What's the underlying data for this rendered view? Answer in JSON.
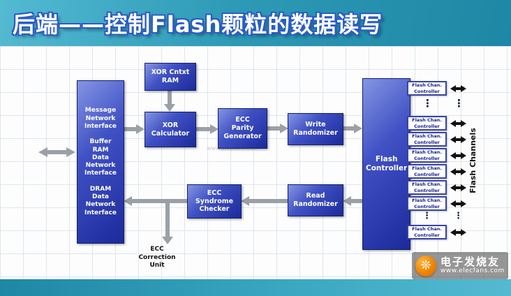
{
  "banner": {
    "title": "后端——控制Flash颗粒的数据读写"
  },
  "blocks": {
    "network_interface": {
      "label": "Message\nNetwork\nInterface\n\nBuffer\nRAM\nData\nNetwork\nInterface\n\nDRAM\nData\nNetwork\nInterface"
    },
    "xor_cntxt_ram": {
      "label": "XOR Cntxt\nRAM"
    },
    "xor_calculator": {
      "label": "XOR\nCalculator"
    },
    "ecc_parity_generator": {
      "label": "ECC\nParity\nGenerator"
    },
    "write_randomizer": {
      "label": "Write\nRandomizer"
    },
    "flash_controller": {
      "label": "Flash\nController"
    },
    "read_randomizer": {
      "label": "Read\nRandomizer"
    },
    "ecc_syndrome_checker": {
      "label": "ECC\nSyndrome\nChecker"
    },
    "ecc_correction_unit": {
      "label": "ECC\nCorrection\nUnit"
    },
    "flash_chan_controller": {
      "label": "Flash Chan.\nController"
    }
  },
  "labels": {
    "flash_channels": "Flash Channels",
    "vertical_ellipsis": "⋮"
  },
  "watermark": {
    "brand": "电子发烧友",
    "url": "www.elecfans.com"
  },
  "colors": {
    "banner_teal": "#2d9ab6",
    "block_blue": "#2a36a8",
    "arrow_gray": "#9aa0a6",
    "channel_arrow_black": "#111111",
    "logo_orange": "#f08300"
  }
}
